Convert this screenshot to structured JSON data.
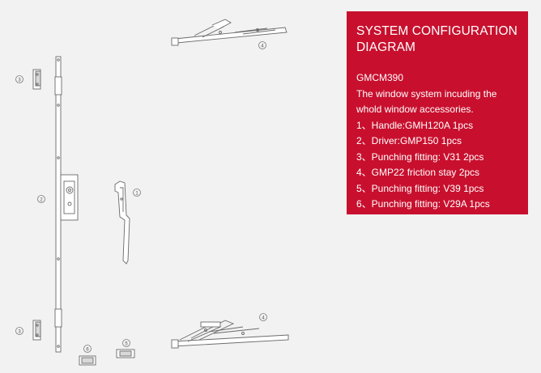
{
  "panel": {
    "title_line1": "SYSTEM CONFIGURATION",
    "title_line2": "DIAGRAM",
    "model": "GMCM390",
    "description_line1": "The window system incuding the",
    "description_line2": "whold window accessories.",
    "items": [
      "1、Handle:GMH120A 1pcs",
      "2、Driver:GMP150 1pcs",
      "3、Punching fitting: V31 2pcs",
      "4、GMP22 friction stay 2pcs",
      "5、Punching fitting: V39 1pcs",
      "6、Punching fitting: V29A 1pcs"
    ]
  },
  "callouts": {
    "handle": "1",
    "driver": "2",
    "fitting_v31_top": "3",
    "fitting_v31_bottom": "3",
    "stay_top": "4",
    "stay_bottom": "4",
    "fitting_v39": "5",
    "fitting_v29a": "6"
  },
  "colors": {
    "panel_bg": "#c8102e",
    "panel_text": "#ffffff",
    "background": "#f2f2f2",
    "line_art": "#6a6a6a"
  }
}
